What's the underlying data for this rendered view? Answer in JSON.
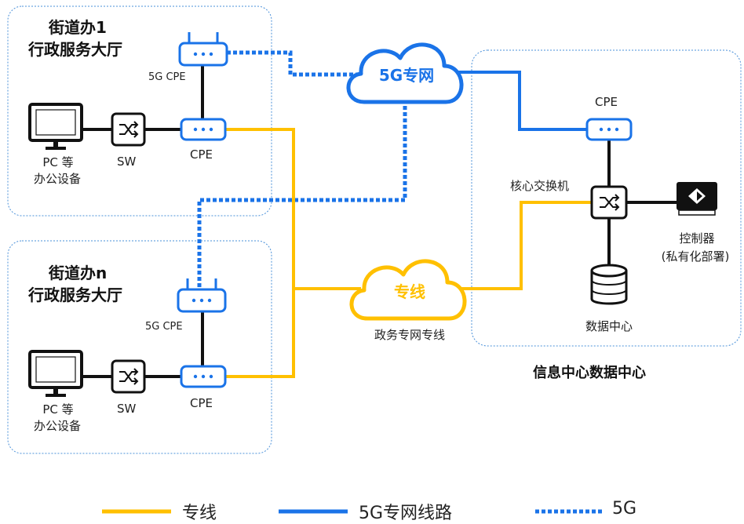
{
  "site1": {
    "title_line1": "街道办1",
    "title_line2": "行政服务大厅"
  },
  "siten": {
    "title_line1": "街道办n",
    "title_line2": "行政服务大厅"
  },
  "devices": {
    "cpe_5g": "5G CPE",
    "cpe": "CPE",
    "sw": "SW",
    "pc_line1": "PC 等",
    "pc_line2": "办公设备",
    "core_switch": "核心交换机",
    "controller_line1": "控制器",
    "controller_line2": "(私有化部署)",
    "datacenter": "数据中心"
  },
  "clouds": {
    "fiveg": "5G专网",
    "dedicated": "专线",
    "dedicated_caption": "政务专网专线"
  },
  "center": {
    "title": "信息中心数据中心"
  },
  "legend": [
    {
      "label": "专线",
      "style": "solid",
      "color": "#FFC000"
    },
    {
      "label": "5G专网线路",
      "style": "solid",
      "color": "#1A73E8"
    },
    {
      "label": "5G",
      "style": "dotted",
      "color": "#1A73E8"
    }
  ],
  "colors": {
    "yellow": "#FFC000",
    "blue": "#1A73E8",
    "black": "#111111",
    "frame": "#4A90D9"
  }
}
